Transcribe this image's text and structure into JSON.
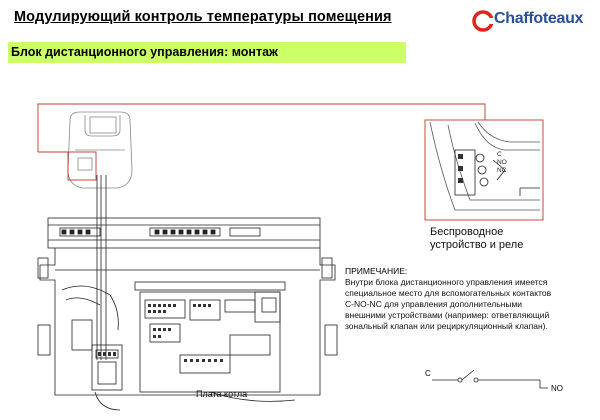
{
  "header": {
    "title": "Модулирующий контроль температуры помещения",
    "subtitle": "Блок дистанционного управления: монтаж"
  },
  "brand": {
    "name": "Chaffoteaux",
    "color": "#2a4f98",
    "accent": "#e2231a"
  },
  "diagram": {
    "wireless_caption_line1": "Беспроводное",
    "wireless_caption_line2": "устройство и реле",
    "board_label": "Плата котла",
    "detail_contacts": [
      "C",
      "NO",
      "NC"
    ],
    "note_title": "ПРИМЕЧАНИЕ:",
    "note_body": "Внутри блока дистанционного управления имеется специальное место для вспомогательных контактов C-NO-NC для управления дополнительными внешними устройствами (например: ответвляющий зональный клапан или рециркуляционный клапан).",
    "switch_label_c": "C",
    "switch_label_no": "NO",
    "wire_color": "#c0392b",
    "subtitle_bar_color": "#ccff66"
  }
}
